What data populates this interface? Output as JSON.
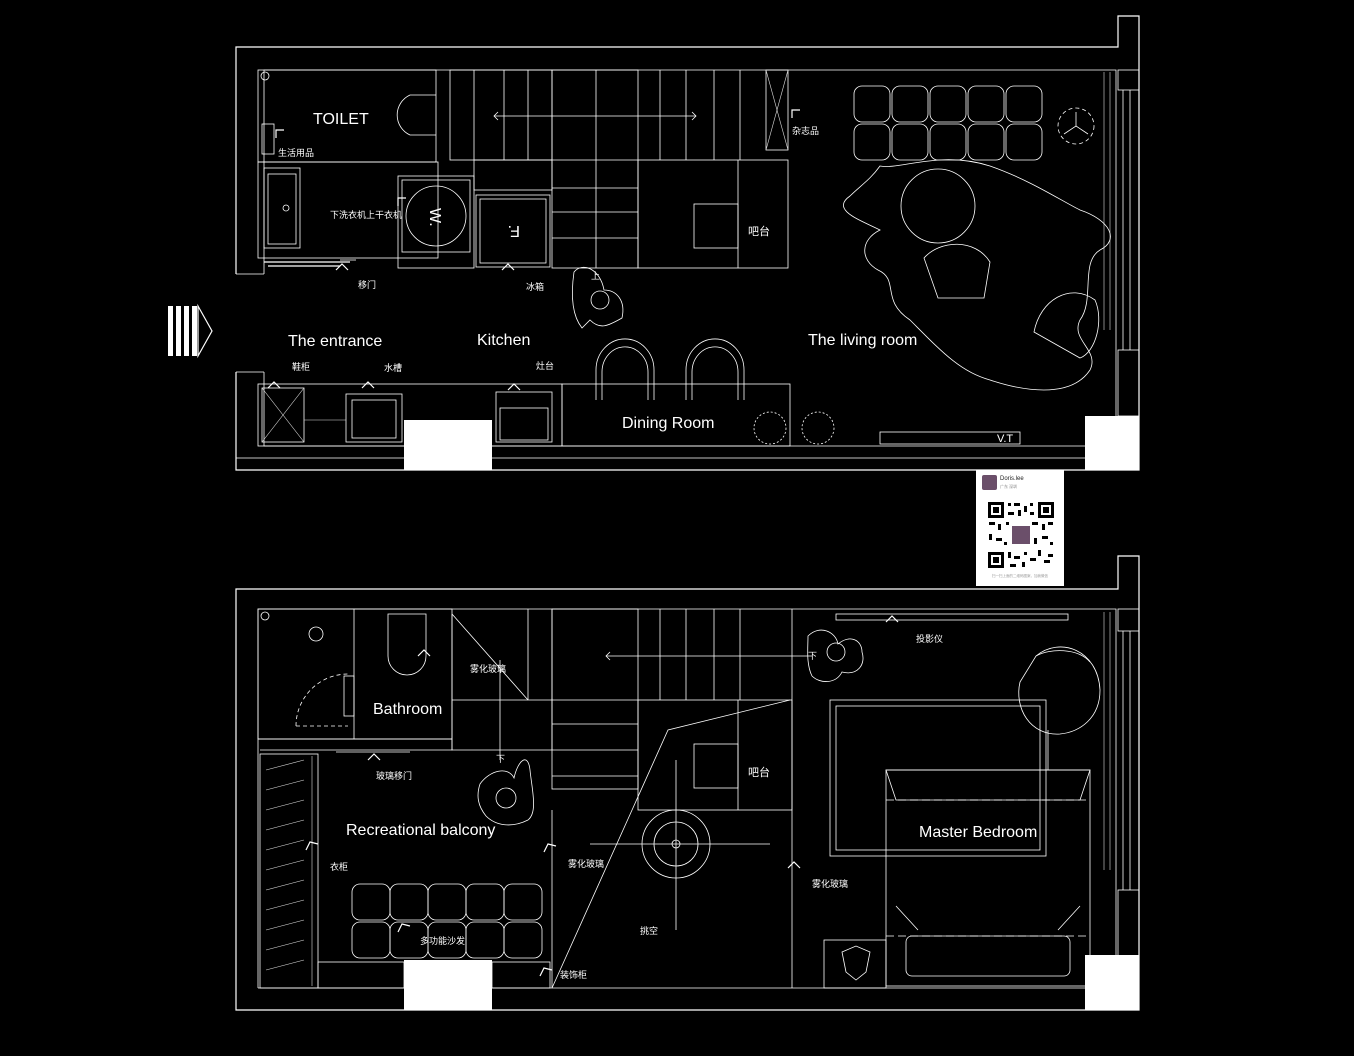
{
  "floor1": {
    "toilet": "TOILET",
    "daily_goods": "生活用品",
    "washer_dryer": "下洗衣机上干衣机",
    "washer_symbol": "W.",
    "fridge_symbol": "F.",
    "sliding_door": "移门",
    "fridge": "冰箱",
    "magazines": "杂志品",
    "bar": "吧台",
    "up": "上",
    "entrance": "The entrance",
    "kitchen": "Kitchen",
    "living_room": "The living room",
    "shoe_cabinet": "鞋柜",
    "sink": "水槽",
    "stove": "灶台",
    "dining_room": "Dining Room",
    "tv": "V.T"
  },
  "floor2": {
    "bathroom": "Bathroom",
    "frosted_glass": "雾化玻璃",
    "glass_sliding_door": "玻璃移门",
    "down": "下",
    "projector": "投影仪",
    "bar": "吧台",
    "recreational_balcony": "Recreational balcony",
    "wardrobe": "衣柜",
    "multi_sofa": "多功能沙发",
    "decor_cabinet": "装饰柜",
    "void": "挑空",
    "master_bedroom": "Master Bedroom"
  },
  "qr_card": {
    "name": "Doris.lee",
    "sub": "广东 深圳",
    "caption": "扫一扫上面的二维码图案，加我微信"
  },
  "icons": {
    "entry": "entry-arrow-icon",
    "qr": "qr-code-icon"
  },
  "colors": {
    "background": "#000000",
    "lines": "#ffffff"
  }
}
